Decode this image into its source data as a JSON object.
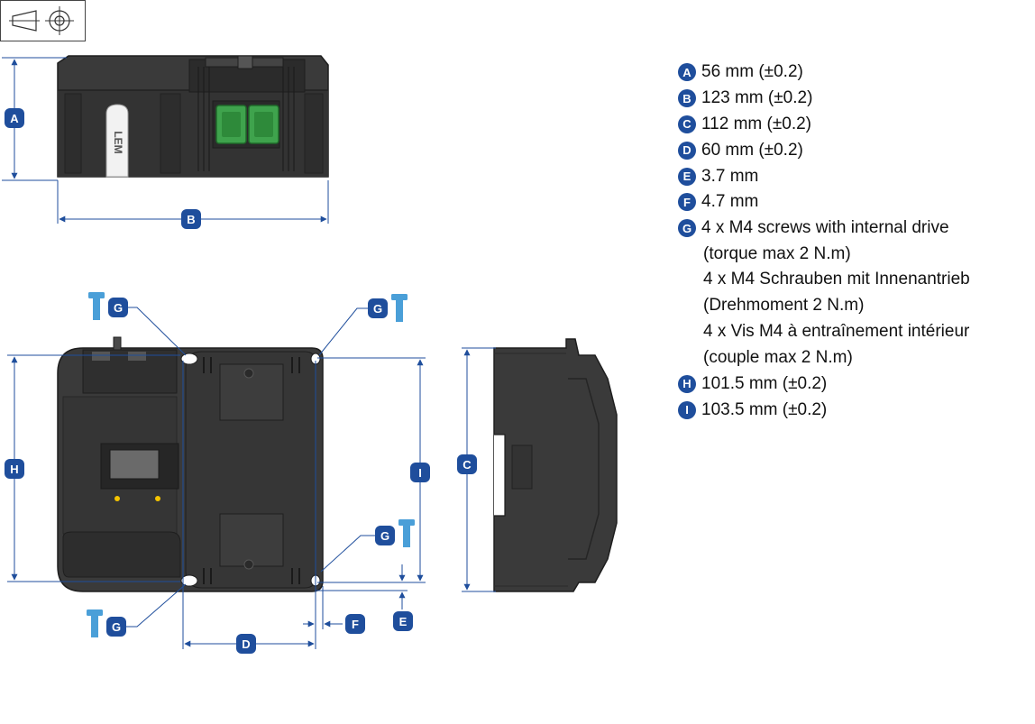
{
  "colors": {
    "accent": "#1f4e9c",
    "dimension_line": "#1f4e9c",
    "housing": "#3a3a3a",
    "housing_dark": "#222222",
    "connector": "#3fa34d",
    "screw": "#4a9fd8",
    "indicator": "#f5c400",
    "display": "#6a6a6a"
  },
  "icons": [
    "projection-symbol-icon",
    "screw-icon",
    "lem-logo"
  ],
  "badges": {
    "front_height": "A",
    "front_width": "B",
    "top_height": "H",
    "top_hole_width": "D",
    "top_hole_height": "I",
    "side_height": "C",
    "screw_tl": "G",
    "screw_tr": "G",
    "screw_mr": "G",
    "screw_bl": "G",
    "offset_f": "F",
    "offset_e": "E"
  },
  "logo_text": "LEM",
  "legend": [
    {
      "letter": "A",
      "text": "56 mm (±0.2)"
    },
    {
      "letter": "B",
      "text": "123 mm (±0.2)"
    },
    {
      "letter": "C",
      "text": "112 mm (±0.2)"
    },
    {
      "letter": "D",
      "text": "60 mm (±0.2)"
    },
    {
      "letter": "E",
      "text": "3.7 mm"
    },
    {
      "letter": "F",
      "text": "4.7 mm"
    },
    {
      "letter": "G",
      "text": "4 x M4 screws with internal drive",
      "continuation": [
        "(torque max 2 N.m)",
        "4 x M4 Schrauben mit Innenantrieb",
        "(Drehmoment 2 N.m)",
        "4 x Vis M4 à entraînement intérieur",
        "(couple max 2 N.m)"
      ]
    },
    {
      "letter": "H",
      "text": "101.5 mm (±0.2)"
    },
    {
      "letter": "I",
      "text": "103.5 mm (±0.2)"
    }
  ]
}
